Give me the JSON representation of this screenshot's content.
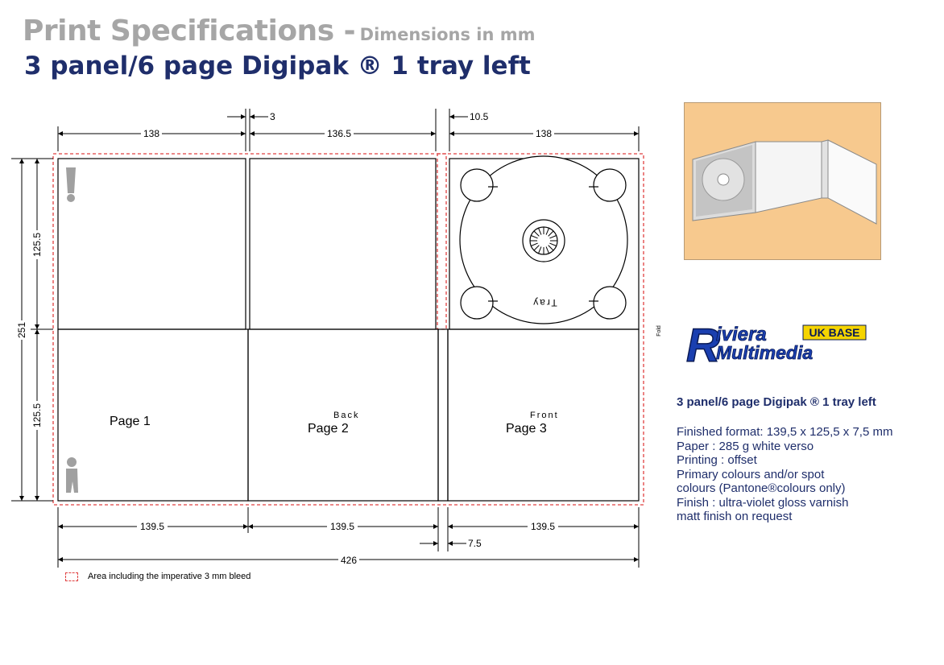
{
  "header": {
    "title": "Print Specifications -",
    "subtitle": "Dimensions in mm",
    "product": "3 panel/6 page Digipak ® 1 tray left"
  },
  "dimensions": {
    "top_panel_1": "138",
    "top_gap": "3",
    "top_panel_2": "136.5",
    "top_tray_gap": "10.5",
    "top_panel_3": "138",
    "height_total": "251",
    "height_upper": "125.5",
    "height_lower": "125.5",
    "bottom_panel_1": "139.5",
    "bottom_panel_2": "139.5",
    "bottom_panel_3": "139.5",
    "bottom_gap": "7.5",
    "total_width": "426"
  },
  "labels": {
    "page1": "Page 1",
    "page2": "Page 2",
    "page3": "Page 3",
    "back": "Back",
    "front": "Front",
    "tray": "Tray",
    "fold": "Fold"
  },
  "legend": {
    "text": "Area including the imperative 3 mm bleed"
  },
  "logo": {
    "line1": "Riviera",
    "line2": "Multimedia",
    "badge": "UK BASE"
  },
  "info": {
    "title": "3 panel/6 page Digipak ® 1 tray left",
    "lines": [
      "Finished format: 139,5 x 125,5 x 7,5 mm",
      "Paper : 285 g white verso",
      "Printing : offset",
      "Primary colours and/or spot",
      "colours (Pantone®colours only)",
      "Finish :  ultra-violet gloss varnish",
      "matt finish on request"
    ]
  },
  "colors": {
    "heading_grey": "#a6a6a6",
    "heading_navy": "#1f2e6b",
    "bleed_red": "#e04040",
    "photo_bg": "#f7c98e",
    "logo_blue": "#1a3fb0",
    "badge_yellow": "#f5d400"
  }
}
